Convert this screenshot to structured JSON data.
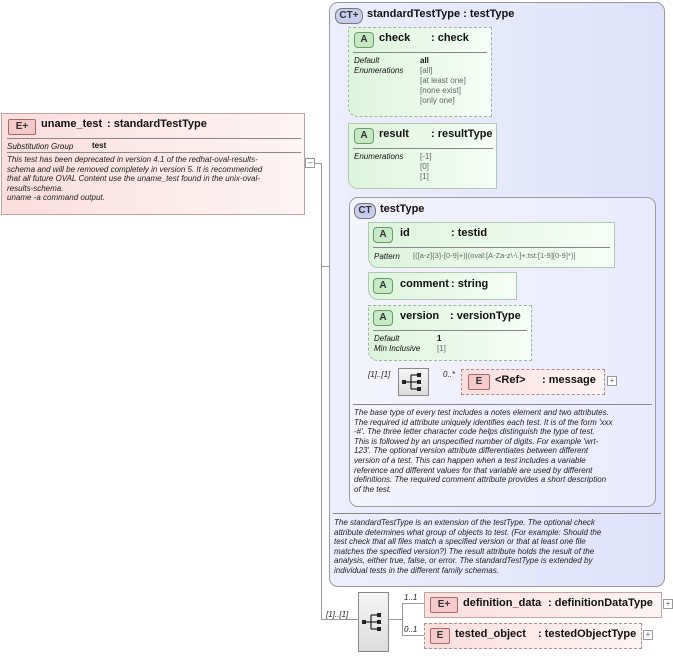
{
  "root_element": {
    "badge": "E",
    "name": "uname_test",
    "type": ": standardTestType",
    "prop_label": "Substitution Group",
    "prop_value": "test",
    "doc": [
      "This test has been deprecated in version 4.1 of the redhat-oval-results-",
      "schema and will be removed completely in version 5.  It is recommended",
      "that all future OVAL Content use the uname_test found in the unix-oval-",
      "results-schema.",
      "uname -a command output."
    ]
  },
  "standard_type": {
    "badge": "CT",
    "title": "standardTestType : testType",
    "doc": [
      "The standardTestType is an extension of the testType.  The optional check",
      "attribute determines what group of objects to test.  (For example: Should the",
      "test check that all files match a specified version or that at least one file",
      "matches the specified version?)  The result attribute  holds the result of the",
      "analysis, either true, false, or error.  The standardTestType is extended by",
      "individual tests in the different family schemas."
    ]
  },
  "attr_check": {
    "badge": "A",
    "name": "check",
    "type": ": check",
    "default_label": "Default",
    "default_value": "all",
    "enum_label": "Enumerations",
    "enums": [
      "[all]",
      "[at least one]",
      "[none exist]",
      "[only one]"
    ]
  },
  "attr_result": {
    "badge": "A",
    "name": "result",
    "type": ": resultType",
    "enum_label": "Enumerations",
    "enums": [
      "[-1]",
      "[0]",
      "[1]"
    ]
  },
  "test_type": {
    "badge": "CT",
    "title": "testType",
    "doc": [
      "The base type of every test includes a notes element and two attributes.",
      "The required id attribute uniquely identifies each test.  It is of the form 'xxx",
      "-#'.  The three letter character code helps distinguish the type of test.",
      "This is followed by an unspecified number of digits.  For example 'wrt-",
      "123'.  The optional version attribute differentiates between different",
      "version of a test.  This can happen when a test includes a variable",
      "reference and different values for that variable are used by different",
      "definitions.  The required comment attribute provides a short description",
      "of the test."
    ]
  },
  "attr_id": {
    "badge": "A",
    "name": "id",
    "type": ": testid",
    "pattern_label": "Pattern",
    "pattern_value": "[([a-z]{3}-[0-9]+)|(oval:[A-Za-z\\-\\.]+:tst:[1-9][0-9]*)]"
  },
  "attr_comment": {
    "badge": "A",
    "name": "comment",
    "type": ": string"
  },
  "attr_version": {
    "badge": "A",
    "name": "version",
    "type": ": versionType",
    "default_label": "Default",
    "default_value": "1",
    "min_label": "Min Inclusive",
    "min_value": "[1]"
  },
  "inner_seq": {
    "mult": "[1]..[1]"
  },
  "ref_message": {
    "badge": "E",
    "name": "<Ref>",
    "type": ": message",
    "mult": "0..*"
  },
  "outer_seq": {
    "mult": "[1]..[1]"
  },
  "el_definition_data": {
    "badge": "E",
    "name": "definition_data",
    "type": ": definitionDataType",
    "mult": "1..1"
  },
  "el_tested_object": {
    "badge": "E",
    "name": "tested_object",
    "type": ": testedObjectType",
    "mult": "0..1"
  }
}
